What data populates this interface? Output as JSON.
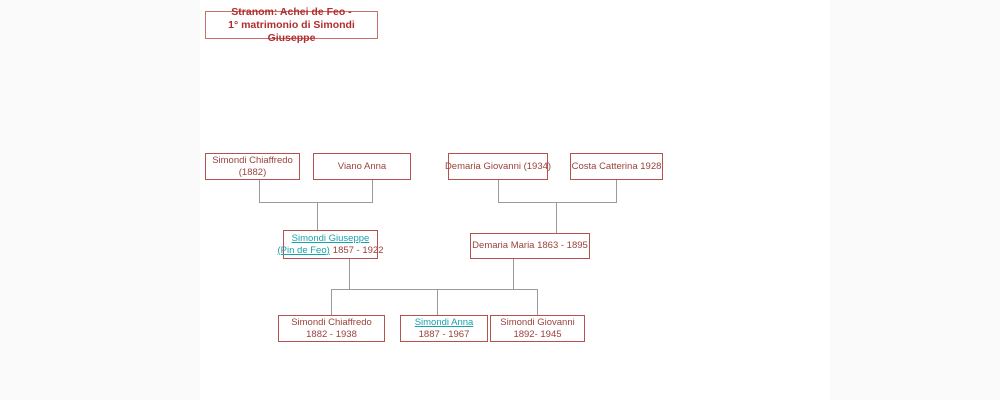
{
  "title": {
    "line1": "Stranom: Achei de Feo -",
    "line2": "1° matrimonio di Simondi Giuseppe"
  },
  "colors": {
    "box_border": "#b5524e",
    "title_border": "#c9706c",
    "title_text": "#b02e2e",
    "person_text": "#9b423d",
    "link_text": "#18a2aa",
    "connector_line": "#9a9a9a",
    "side_band_bg": "#fafafa",
    "canvas_bg": "#ffffff"
  },
  "tree": {
    "generation1": [
      {
        "name": "Simondi Chiaffredo",
        "detail": "(1882)"
      },
      {
        "name": "Viano Anna"
      },
      {
        "name": "Demaria Giovanni (1934)"
      },
      {
        "name": "Costa Catterina 1928"
      }
    ],
    "generation2": [
      {
        "link1": "Simondi Giuseppe",
        "link2": "(Pin de Feo)",
        "dates": "1857 - 1922"
      },
      {
        "name": "Demaria Maria 1863 - 1895"
      }
    ],
    "generation3": [
      {
        "name": "Simondi Chiaffredo",
        "dates": "1882 - 1938"
      },
      {
        "link": "Simondi Anna",
        "dates": "1887 - 1967"
      },
      {
        "name": "Simondi Giovanni",
        "dates": "1892- 1945"
      }
    ]
  }
}
